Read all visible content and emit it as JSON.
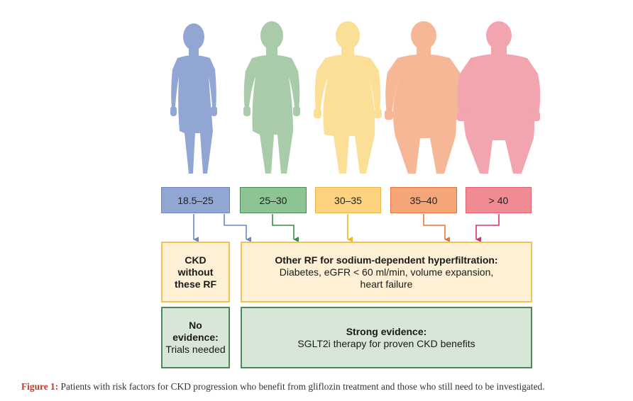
{
  "colors": {
    "blue": "#91a6d3",
    "green": "#a9cba9",
    "yellow": "#fbdf97",
    "orange": "#f5b795",
    "pink": "#f2a5ae",
    "arrow_blue": "#6e86c2",
    "arrow_green": "#3e8a47",
    "arrow_yellow": "#f0b429",
    "arrow_orange": "#e8743b",
    "arrow_pink": "#d6336c"
  },
  "bmi_categories": [
    {
      "label": "18.5–25",
      "fill": "#91a6d3",
      "border": "#6e86c2"
    },
    {
      "label": "25–30",
      "fill": "#8dc494",
      "border": "#4a8a57"
    },
    {
      "label": "30–35",
      "fill": "#fbd27e",
      "border": "#eab54a"
    },
    {
      "label": "35–40",
      "fill": "#f4a679",
      "border": "#e8743b"
    },
    {
      "label": "> 40",
      "fill": "#f08a93",
      "border": "#e0626e"
    }
  ],
  "boxes": {
    "ckd_no_rf": {
      "line1": "CKD",
      "line2": "without",
      "line3": "these RF"
    },
    "other_rf": {
      "title": "Other RF for sodium-dependent hyperfiltration:",
      "line1": "Diabetes, eGFR < 60 ml/min, volume expansion,",
      "line2": "heart failure"
    },
    "no_evidence": {
      "line1": "No",
      "line2": "evidence:",
      "line3": "Trials needed"
    },
    "strong_evidence": {
      "title": "Strong evidence:",
      "line1": "SGLT2i therapy for proven CKD benefits"
    }
  },
  "caption": {
    "label": "Figure 1:",
    "text": " Patients with risk factors for CKD progression who benefit from gliflozin treatment and those who still need to be investigated."
  }
}
